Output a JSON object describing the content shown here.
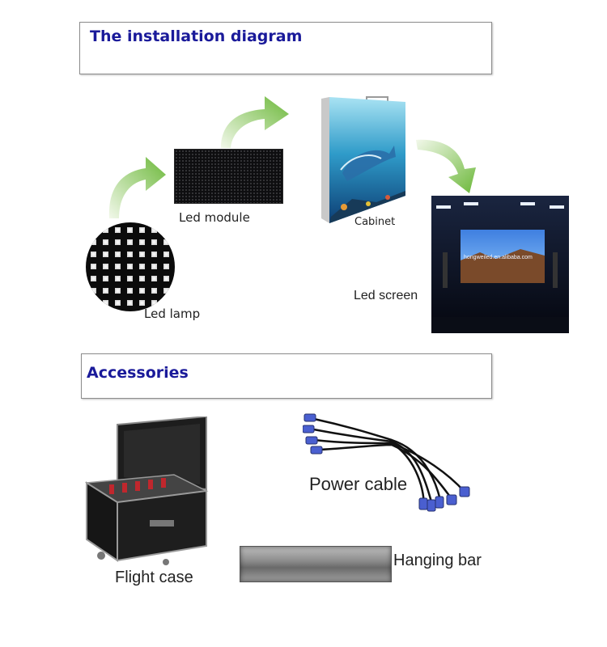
{
  "installation": {
    "title": "The installation diagram",
    "led_lamp_label": "Led lamp",
    "led_module_label": "Led module",
    "cabinet_label": "Cabinet",
    "led_screen_label": "Led screen",
    "screen_watermark": "hongweiled.en.alibaba.com"
  },
  "accessories": {
    "title": "Accessories",
    "flight_case_label": "Flight case",
    "power_cable_label": "Power cable",
    "hanging_bar_label": "Hanging bar"
  },
  "colors": {
    "title_blue": "#1a1a9a",
    "arrow_green": "#7cc04a",
    "connector_blue": "#4a5fd0"
  }
}
